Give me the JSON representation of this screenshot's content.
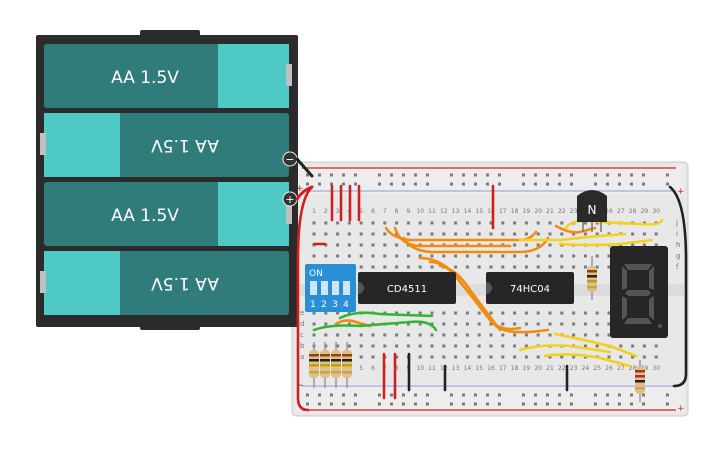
{
  "battery_pack": {
    "cells": [
      {
        "label": "AA 1.5V",
        "flipped": false
      },
      {
        "label": "AA 1.5V",
        "flipped": true
      },
      {
        "label": "AA 1.5V",
        "flipped": false
      },
      {
        "label": "AA 1.5V",
        "flipped": true
      }
    ],
    "minus_symbol": "−",
    "plus_symbol": "+"
  },
  "breadboard": {
    "column_numbers": [
      "1",
      "2",
      "3",
      "4",
      "5",
      "6",
      "7",
      "8",
      "9",
      "10",
      "11",
      "12",
      "13",
      "14",
      "15",
      "16",
      "17",
      "18",
      "19",
      "20",
      "21",
      "22",
      "23",
      "24",
      "25",
      "26",
      "27",
      "28",
      "29",
      "30"
    ],
    "row_letters_top": [
      "j",
      "i",
      "h",
      "g",
      "f"
    ],
    "row_letters_bottom": [
      "e",
      "d",
      "c",
      "b",
      "a"
    ],
    "rail_plus": "+",
    "rail_minus": "−"
  },
  "components": {
    "dip_switch": {
      "label": "ON",
      "positions": [
        "1",
        "2",
        "3",
        "4"
      ]
    },
    "chip1": {
      "label": "CD4511"
    },
    "chip2": {
      "label": "74HC04"
    },
    "transistor": {
      "label": "N"
    },
    "seven_segment": {
      "digit": "8"
    }
  },
  "colors": {
    "battery_body": "#2f7c7b",
    "battery_cap": "#4fc9c6",
    "holder": "#2b2b2b",
    "breadboard": "#e8e8e8",
    "wire_red": "#d11f1f",
    "wire_orange": "#f08c12",
    "wire_yellow": "#f2d21b",
    "wire_green": "#35b535",
    "wire_black": "#222222",
    "dip_blue": "#2a8fd6"
  }
}
